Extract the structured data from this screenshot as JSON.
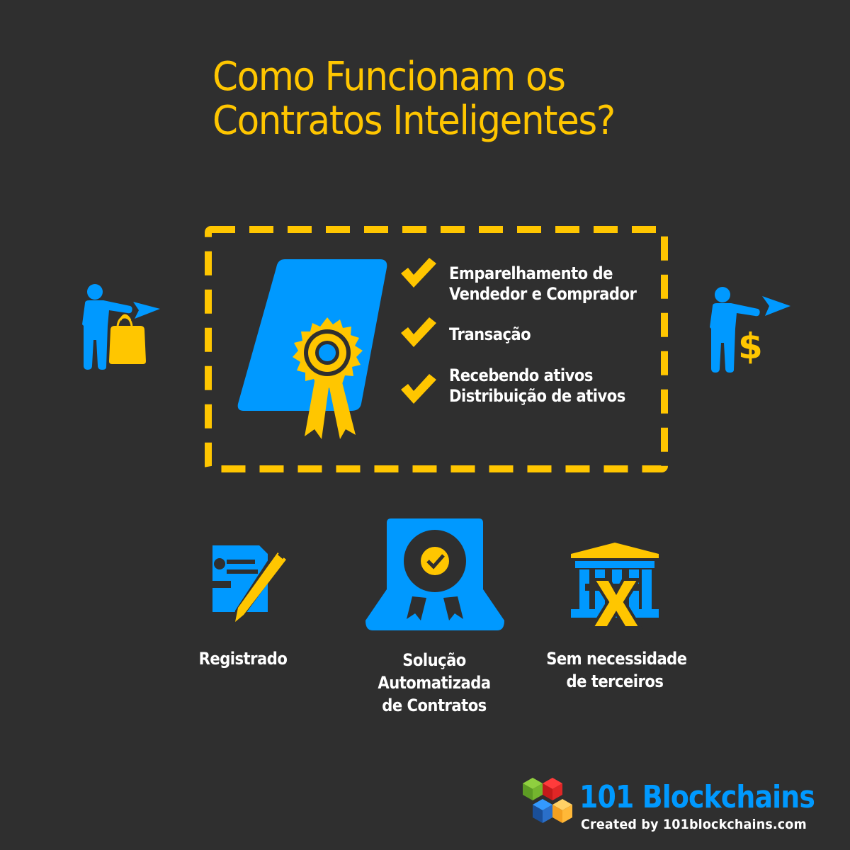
{
  "title": {
    "line1": "Como Funcionam os",
    "line2": "Contratos Inteligentes?"
  },
  "colors": {
    "background": "#2f2f2f",
    "yellow": "#ffc600",
    "blue": "#0099ff",
    "white": "#ffffff"
  },
  "contract_box": {
    "items": [
      {
        "line1": "Emparelhamento de",
        "line2": "Vendedor e Comprador",
        "icon": "check-icon"
      },
      {
        "line1": "Transação",
        "line2": "",
        "icon": "check-icon"
      },
      {
        "line1": "Recebendo ativos",
        "line2": "Distribuição de ativos",
        "icon": "check-icon"
      }
    ],
    "document_icon": "certificate-document-icon"
  },
  "side_figures": {
    "left": {
      "icon": "buyer-with-bag-icon"
    },
    "right": {
      "icon": "seller-with-dollar-icon"
    }
  },
  "features": [
    {
      "icon": "document-pencil-icon",
      "lines": [
        "Registrado"
      ]
    },
    {
      "icon": "certificate-badge-icon",
      "lines": [
        "Solução",
        "Automatizada",
        "de Contratos"
      ]
    },
    {
      "icon": "bank-crossed-icon",
      "lines": [
        "Sem necessidade",
        "de terceiros"
      ]
    }
  ],
  "brand": {
    "name": "101 Blockchains",
    "credit": "Created by 101blockchains.com",
    "logo_icon": "cubes-logo-icon"
  }
}
